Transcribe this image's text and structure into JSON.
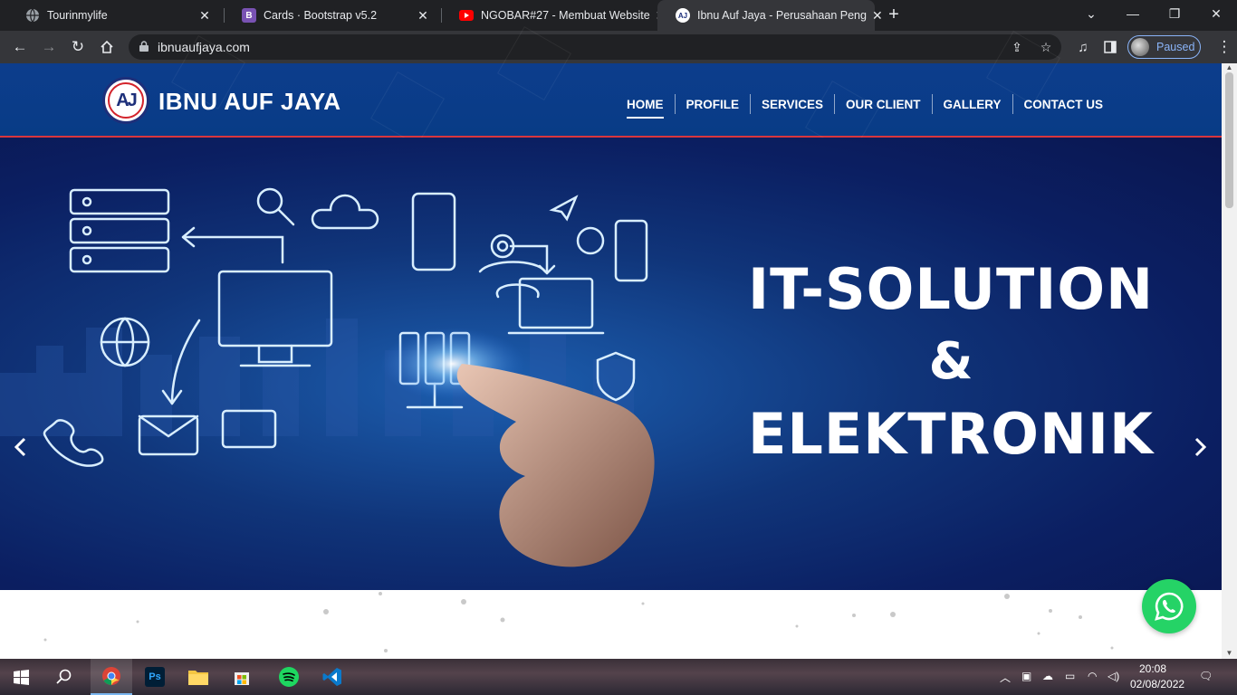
{
  "browser": {
    "tabs": [
      {
        "title": "Tourinmylife",
        "favicon": "globe-icon",
        "active": false
      },
      {
        "title": "Cards · Bootstrap v5.2",
        "favicon": "bootstrap-icon",
        "active": false
      },
      {
        "title": "NGOBAR#27 - Membuat Website",
        "favicon": "youtube-icon",
        "active": false
      },
      {
        "title": "Ibnu Auf Jaya - Perusahaan Peng",
        "favicon": "aj-logo-icon",
        "active": true
      }
    ],
    "url": "ibnuaufjaya.com",
    "profile_status": "Paused"
  },
  "site": {
    "brand_name": "IBNU AUF JAYA",
    "logo_text": "AJ",
    "nav": [
      {
        "label": "HOME",
        "active": true
      },
      {
        "label": "PROFILE",
        "active": false
      },
      {
        "label": "SERVICES",
        "active": false
      },
      {
        "label": "OUR CLIENT",
        "active": false
      },
      {
        "label": "GALLERY",
        "active": false
      },
      {
        "label": "CONTACT US",
        "active": false
      }
    ],
    "hero": {
      "line1": "IT-SOLUTION",
      "line2": "&",
      "line3": "ELEKTRONIK"
    }
  },
  "taskbar": {
    "time": "20:08",
    "date": "02/08/2022",
    "apps": [
      "windows-start-icon",
      "search-icon",
      "chrome-icon",
      "photoshop-icon",
      "file-explorer-icon",
      "microsoft-store-icon",
      "spotify-icon",
      "vscode-icon"
    ]
  },
  "colors": {
    "header_bg": "#0d3d8c",
    "header_border": "#d8363d",
    "hero_dark": "#0b1f62",
    "whatsapp": "#25d366",
    "chrome_dark": "#202124",
    "chrome_toolbar": "#35363a"
  }
}
